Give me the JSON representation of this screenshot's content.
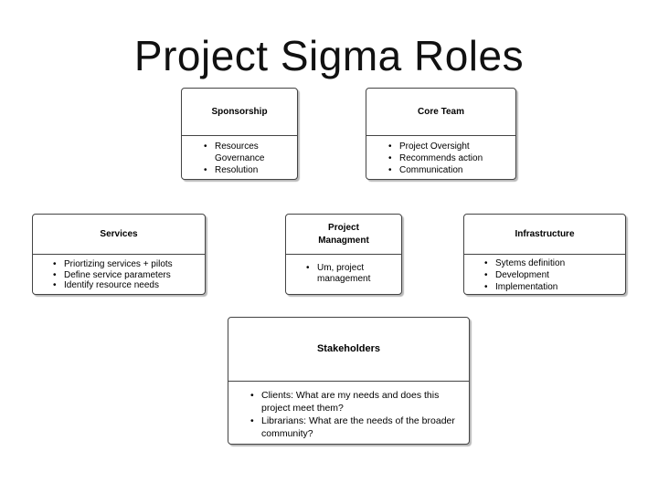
{
  "title": "Project Sigma Roles",
  "boxes": {
    "sponsorship": {
      "heading": "Sponsorship",
      "items": [
        "Resources",
        "Governance",
        "Resolution"
      ]
    },
    "core_team": {
      "heading": "Core Team",
      "items": [
        "Project Oversight",
        "Recommends action",
        "Communication"
      ]
    },
    "services": {
      "heading": "Services",
      "items": [
        "Priortizing services + pilots",
        "Define service parameters",
        "Identify resource needs"
      ]
    },
    "project_management": {
      "heading_line1": "Project",
      "heading_line2": "Managment",
      "items": [
        "Um, project management"
      ]
    },
    "infrastructure": {
      "heading": "Infrastructure",
      "items": [
        "Sytems definition",
        "Development",
        "Implementation"
      ]
    },
    "stakeholders": {
      "heading": "Stakeholders",
      "items": [
        "Clients:  What are my needs and does this project meet them?",
        "Librarians:  What are the needs of the broader community?"
      ]
    }
  }
}
